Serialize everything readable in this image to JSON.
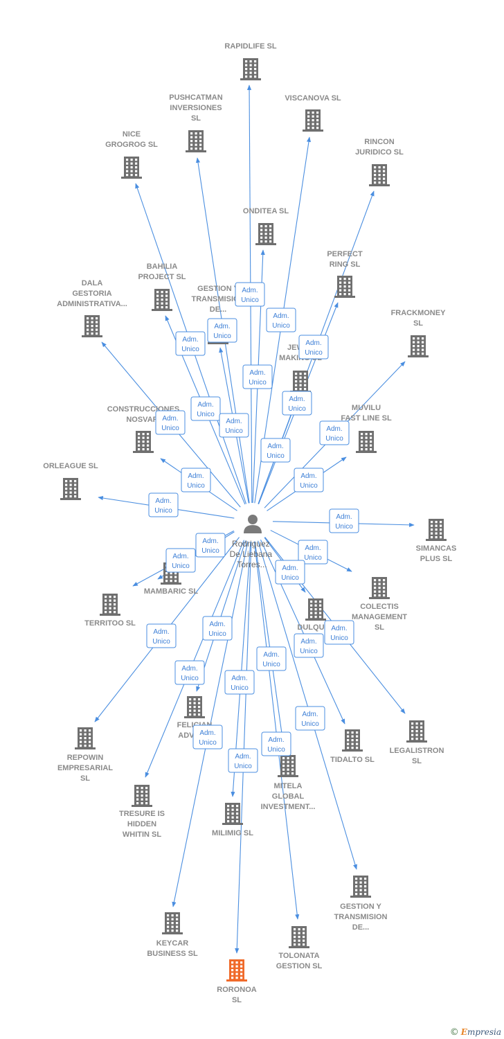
{
  "colors": {
    "edge": "#4a8ee0",
    "building": "#6f6f6f",
    "building_highlight": "#f06a2a",
    "person": "#7a7a7a",
    "label": "#8a8a8a"
  },
  "center": {
    "icon": "person-icon",
    "label_lines": [
      "Rodriguez",
      "De Liebana",
      "Torres..."
    ]
  },
  "edge_label_lines": [
    "Adm.",
    "Unico"
  ],
  "companies": [
    {
      "id": "rapidlife",
      "lines": [
        "RAPIDLIFE  SL"
      ]
    },
    {
      "id": "pushcatman",
      "lines": [
        "PUSHCATMAN",
        "INVERSIONES",
        "SL"
      ]
    },
    {
      "id": "viscanova",
      "lines": [
        "VISCANOVA  SL"
      ]
    },
    {
      "id": "nice-grogrog",
      "lines": [
        "NICE",
        "GROGROG  SL"
      ]
    },
    {
      "id": "rincon-juridico",
      "lines": [
        "RINCON",
        "JURIDICO SL"
      ]
    },
    {
      "id": "onditea",
      "lines": [
        "ONDITEA  SL"
      ]
    },
    {
      "id": "perfect-ring",
      "lines": [
        "PERFECT",
        "RING  SL"
      ]
    },
    {
      "id": "bahilia-project",
      "lines": [
        "BAHILIA",
        "PROJECT  SL"
      ]
    },
    {
      "id": "gestion-transmision-top",
      "lines": [
        "GESTION Y",
        "TRANSMISION",
        "DE..."
      ]
    },
    {
      "id": "dala-gestoria",
      "lines": [
        "DALA",
        "GESTORIA",
        "ADMINISTRATIVA..."
      ]
    },
    {
      "id": "frackmoney",
      "lines": [
        "FRACKMONEY",
        "SL"
      ]
    },
    {
      "id": "jewel-making",
      "lines": [
        "JEWEL",
        "MAKING  SL"
      ]
    },
    {
      "id": "construcciones-nosvari",
      "lines": [
        "CONSTRUCCIONES",
        "NOSVARI"
      ]
    },
    {
      "id": "muvilu-fast-line",
      "lines": [
        "MUVILU",
        "FAST LINE  SL"
      ]
    },
    {
      "id": "orleague",
      "lines": [
        "ORLEAGUE  SL"
      ]
    },
    {
      "id": "simancas-plus",
      "lines": [
        "SIMANCAS",
        "PLUS  SL"
      ]
    },
    {
      "id": "mambaric",
      "lines": [
        "MAMBARIC  SL"
      ]
    },
    {
      "id": "colectis-management",
      "lines": [
        "COLECTIS",
        "MANAGEMENT",
        "SL"
      ]
    },
    {
      "id": "territoo",
      "lines": [
        "TERRITOO  SL"
      ]
    },
    {
      "id": "duluiri",
      "lines": [
        "DULQUIRI"
      ]
    },
    {
      "id": "felician-advan",
      "lines": [
        "FELICIAN",
        "ADVAN..."
      ]
    },
    {
      "id": "legalistron",
      "lines": [
        "LEGALISTRON",
        "SL"
      ]
    },
    {
      "id": "repowin-empresarial",
      "lines": [
        "REPOWIN",
        "EMPRESARIAL",
        "SL"
      ]
    },
    {
      "id": "tidalto",
      "lines": [
        "TIDALTO  SL"
      ]
    },
    {
      "id": "mitela-global",
      "lines": [
        "MITELA",
        "GLOBAL",
        "INVESTMENT..."
      ]
    },
    {
      "id": "tresure-is-hidden",
      "lines": [
        "TRESURE IS",
        "HIDDEN",
        "WHITIN  SL"
      ]
    },
    {
      "id": "milimig",
      "lines": [
        "MILIMIG  SL"
      ]
    },
    {
      "id": "gestion-transmision-bottom",
      "lines": [
        "GESTION Y",
        "TRANSMISION",
        "DE..."
      ]
    },
    {
      "id": "keycar-business",
      "lines": [
        "KEYCAR",
        "BUSINESS  SL"
      ]
    },
    {
      "id": "tolonata-gestion",
      "lines": [
        "TOLONATA",
        "GESTION  SL"
      ]
    },
    {
      "id": "roronoa",
      "lines": [
        "RORONOA",
        "SL"
      ],
      "highlight": true
    }
  ],
  "footer": {
    "copyright": "©",
    "brand_initial": "E",
    "brand_rest": "mpresia"
  }
}
